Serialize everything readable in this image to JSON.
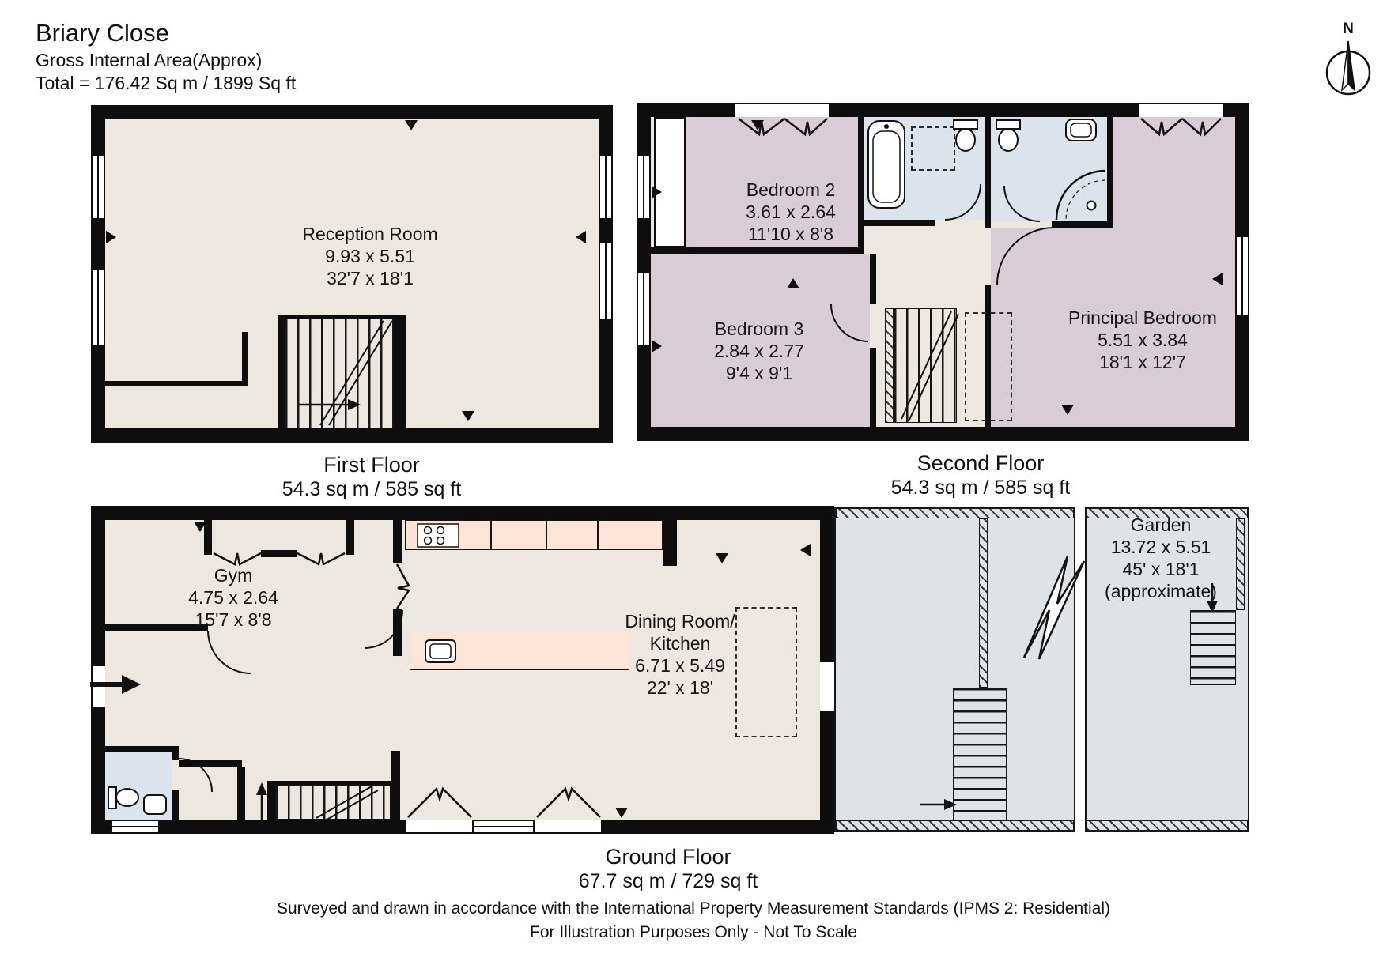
{
  "header": {
    "title": "Briary Close",
    "subtitle": "Gross Internal Area(Approx)",
    "total": "Total = 176.42 Sq m / 1899 Sq ft"
  },
  "compass": {
    "north_label": "N"
  },
  "floors": {
    "first": {
      "label": "First Floor",
      "area": "54.3 sq m / 585 sq ft",
      "reception": {
        "name": "Reception Room",
        "metric": "9.93 x 5.51",
        "imperial": "32'7 x 18'1"
      }
    },
    "second": {
      "label": "Second Floor",
      "area": "54.3 sq m / 585 sq ft",
      "bedroom2": {
        "name": "Bedroom 2",
        "metric": "3.61 x 2.64",
        "imperial": "11'10 x 8'8"
      },
      "bedroom3": {
        "name": "Bedroom 3",
        "metric": "2.84 x 2.77",
        "imperial": "9'4 x 9'1"
      },
      "principal": {
        "name": "Principal Bedroom",
        "metric": "5.51 x 3.84",
        "imperial": "18'1 x 12'7"
      }
    },
    "ground": {
      "label": "Ground Floor",
      "area": "67.7 sq m / 729 sq ft",
      "gym": {
        "name": "Gym",
        "metric": "4.75 x 2.64",
        "imperial": "15'7 x 8'8"
      },
      "dining": {
        "name_line1": "Dining Room/",
        "name_line2": "Kitchen",
        "metric": "6.71 x 5.49",
        "imperial": "22' x 18'"
      },
      "garden": {
        "name": "Garden",
        "metric": "13.72 x 5.51",
        "imperial": "45' x 18'1",
        "note": "(approximate)"
      }
    }
  },
  "footer": {
    "line1": "Surveyed and drawn in accordance with the International Property Measurement Standards (IPMS 2: Residential)",
    "line2": "For Illustration Purposes Only - Not To Scale"
  },
  "colors": {
    "wall": "#0e0e0e",
    "floor": "#ece7e1",
    "bedroom": "#d8ccd5",
    "bathroom": "#dce3eb",
    "counter": "#fce5d6",
    "outdoor": "#dfe3e6"
  }
}
